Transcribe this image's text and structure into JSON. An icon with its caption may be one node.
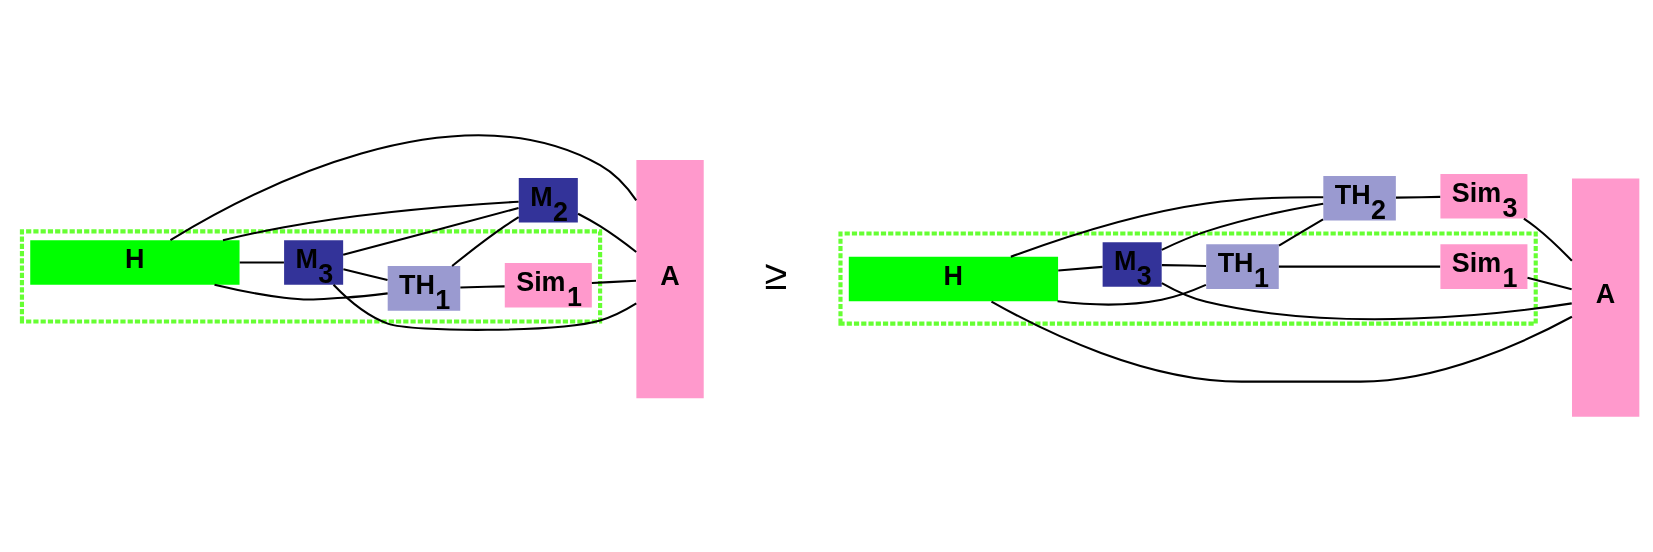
{
  "diagram": {
    "nodes": [
      {
        "text": [],
        "shape": "box"
      },
      {
        "text": [
          "H"
        ],
        "in": 0
      },
      {
        "text": [
          "TH$_{1}$"
        ],
        "in": 0
      },
      {
        "text": [
          "Sim$_{1}$"
        ],
        "in": 0
      },
      {
        "text": [
          "M$_{3}$"
        ],
        "in": 0
      },
      {
        "text": [
          "M$_{2}$"
        ]
      },
      {
        "text": [
          "A"
        ]
      },
      {
        "text": [],
        "shape": "box"
      },
      {
        "text": [
          "H"
        ],
        "in": 7
      },
      {
        "text": [
          "TH$_{1}$"
        ],
        "in": 7
      },
      {
        "text": [
          "Sim$_{1}$"
        ],
        "in": 7
      },
      {
        "text": [
          "M$_{3}$"
        ],
        "in": 7
      },
      {
        "text": [
          "TH$_{2}$"
        ]
      },
      {
        "text": [
          "Sim$_{3}$"
        ]
      },
      {
        "text": [
          "A"
        ]
      }
    ],
    "edges": [
      {
        "from": 1,
        "to": 6,
        "arrow": "none"
      },
      {
        "from": 1,
        "to": 4,
        "arrow": "none"
      },
      {
        "from": 1,
        "to": 2,
        "arrow": "none"
      },
      {
        "from": 1,
        "to": 5,
        "arrow": "none"
      },
      {
        "from": 2,
        "to": 3,
        "arrow": "none"
      },
      {
        "from": 3,
        "to": 6,
        "arrow": "none"
      },
      {
        "from": 4,
        "to": 2,
        "arrow": "none"
      },
      {
        "from": 4,
        "to": 6,
        "arrow": "none"
      },
      {
        "from": 4,
        "to": 5,
        "arrow": "none"
      },
      {
        "from": 2,
        "to": 5,
        "arrow": "none"
      },
      {
        "from": 5,
        "to": 6,
        "arrow": "none"
      },
      {
        "from": 8,
        "to": 14,
        "arrow": "none"
      },
      {
        "from": 8,
        "to": 11,
        "arrow": "none"
      },
      {
        "from": 8,
        "to": 9,
        "arrow": "none"
      },
      {
        "from": 8,
        "to": 12,
        "arrow": "none"
      },
      {
        "from": 9,
        "to": 10,
        "arrow": "none"
      },
      {
        "from": 10,
        "to": 14,
        "arrow": "none"
      },
      {
        "from": 11,
        "to": 9,
        "arrow": "none"
      },
      {
        "from": 11,
        "to": 14,
        "arrow": "none"
      },
      {
        "from": 11,
        "to": 12,
        "arrow": "none"
      },
      {
        "from": 9,
        "to": 12,
        "arrow": "none"
      },
      {
        "from": 12,
        "to": 13,
        "arrow": "none"
      },
      {
        "from": 13,
        "to": 14,
        "arrow": "none"
      }
    ],
    "labels": [
      "≥"
    ]
  }
}
